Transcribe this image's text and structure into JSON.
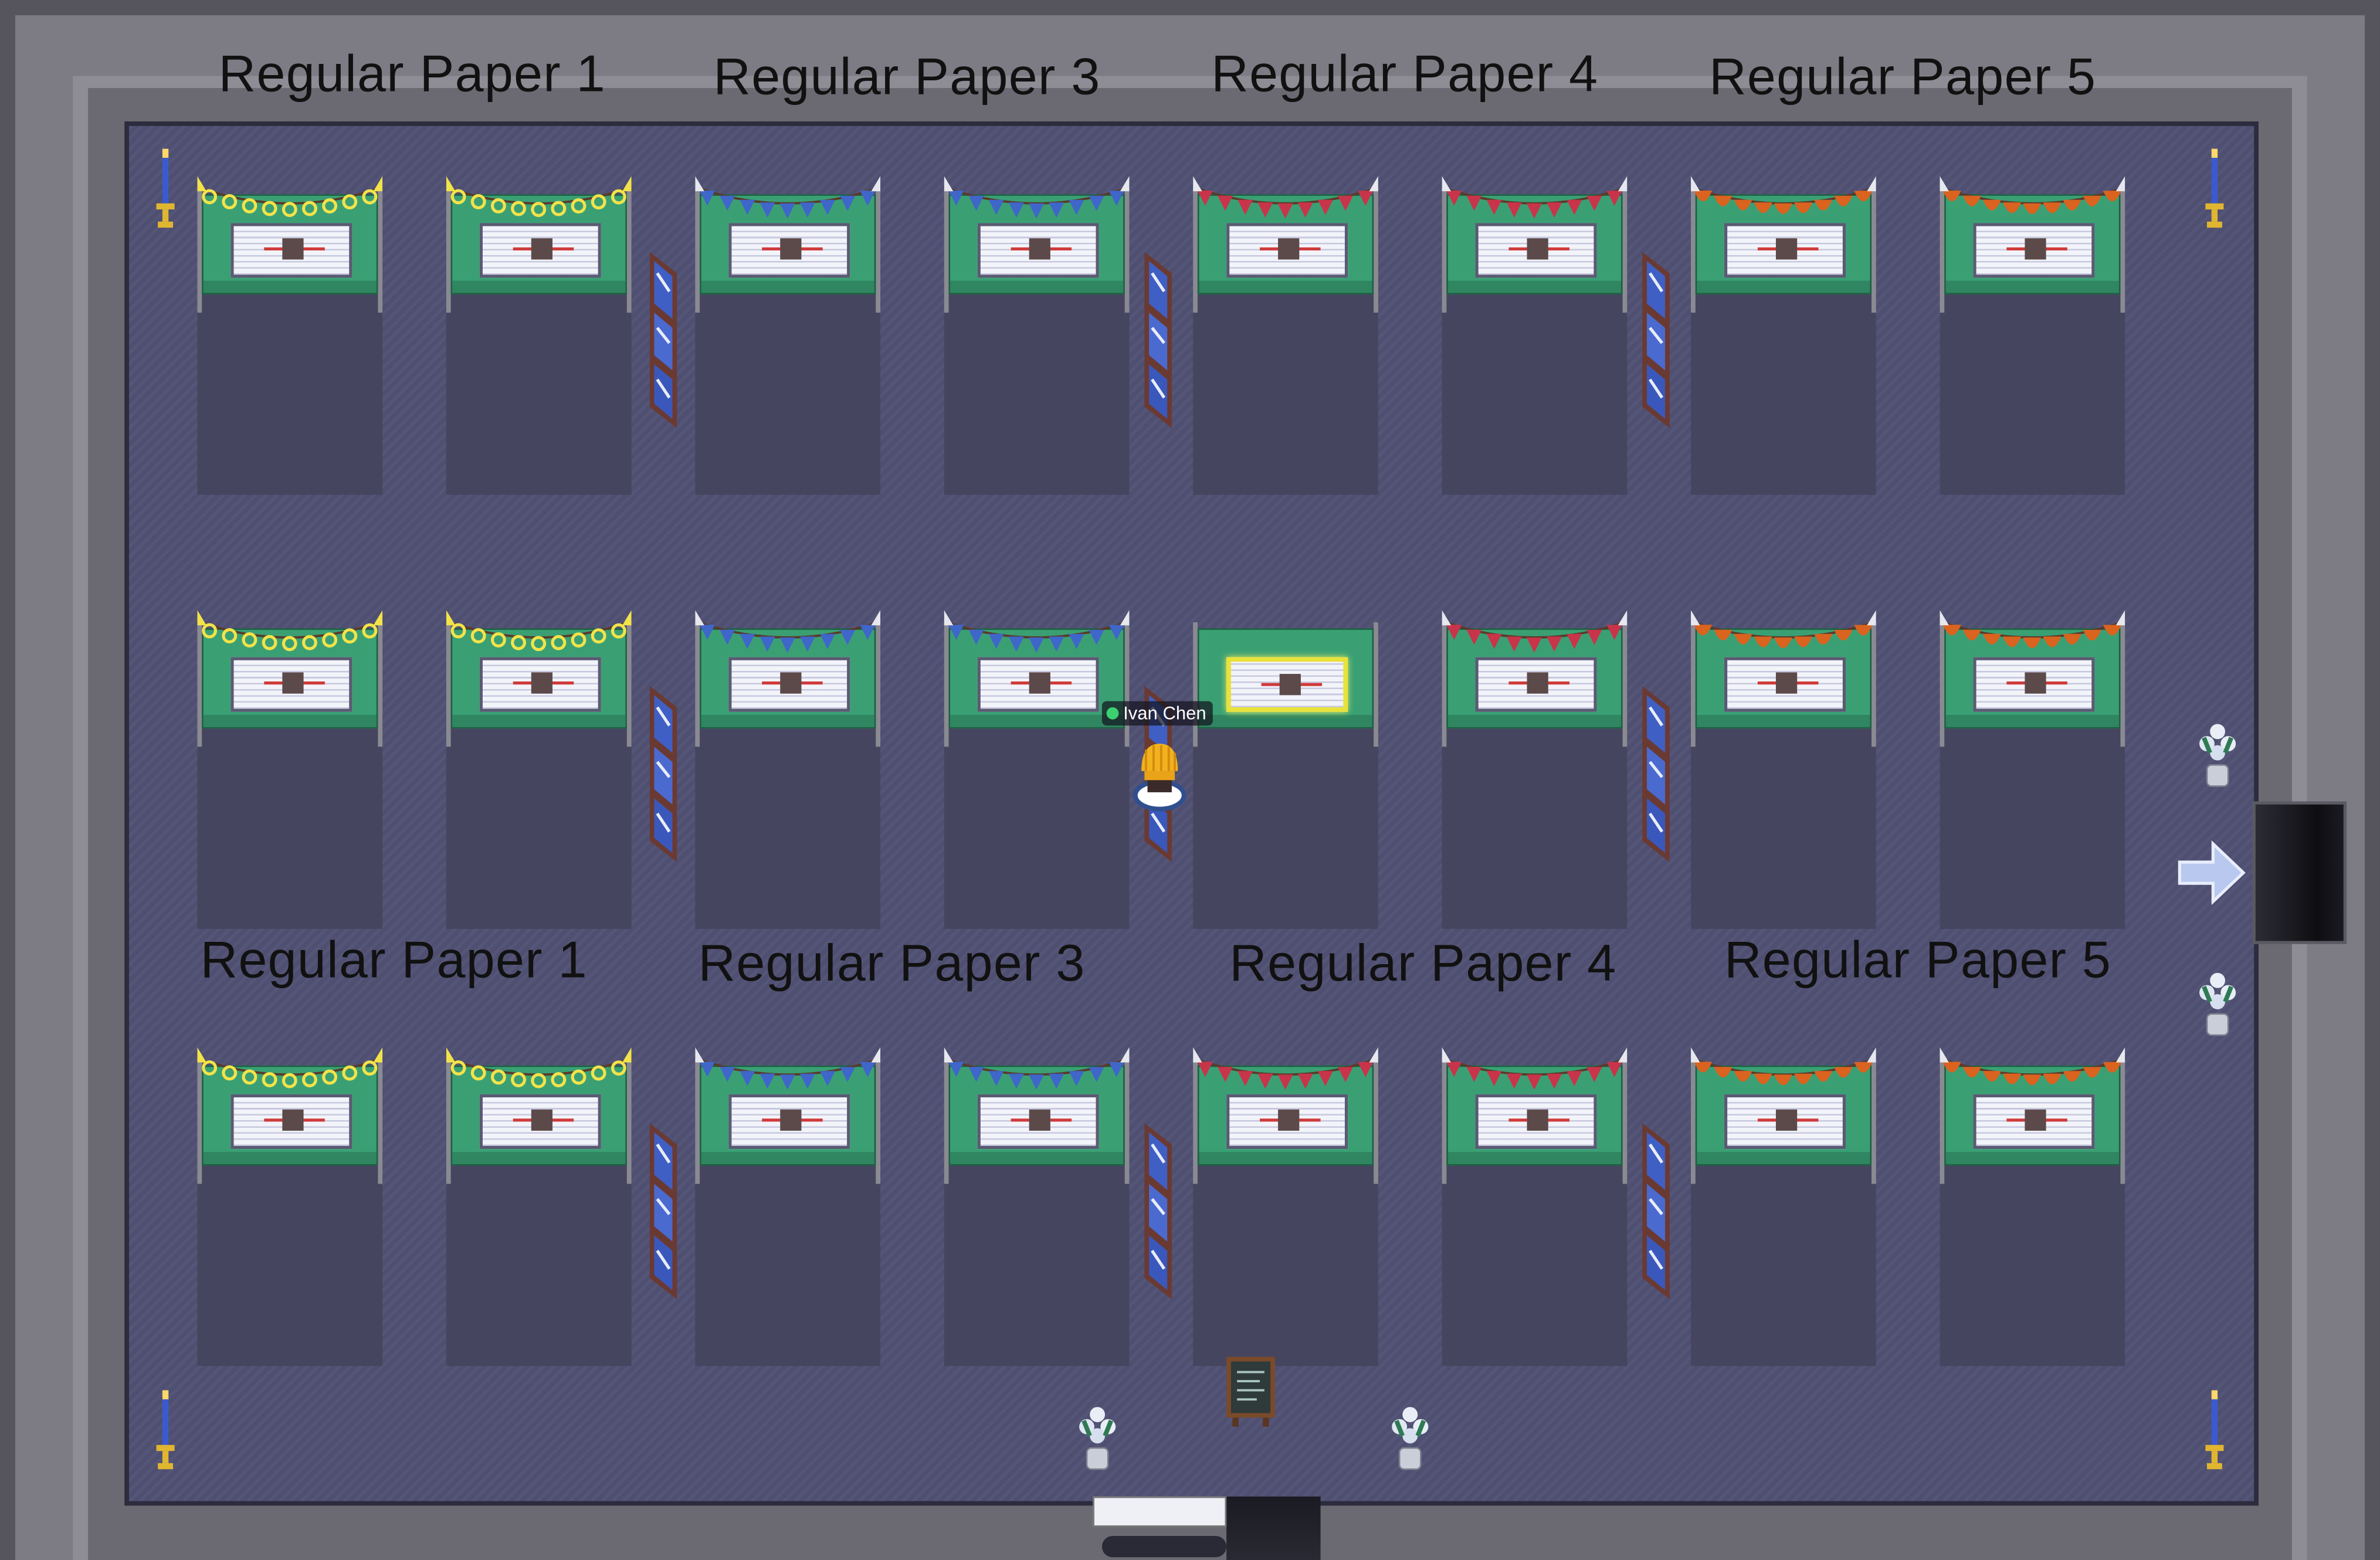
{
  "room": {
    "top_labels": [
      "Regular Paper 1",
      "Regular Paper 3",
      "Regular Paper 4",
      "Regular Paper 5"
    ],
    "middle_labels": [
      "Regular Paper 1",
      "Regular Paper 3",
      "Regular Paper 4",
      "Regular Paper 5"
    ]
  },
  "booth_rows": [
    {
      "row": 1,
      "garlands": [
        "yellow",
        "yellow",
        "blue",
        "blue",
        "red",
        "red",
        "orange",
        "orange"
      ]
    },
    {
      "row": 2,
      "garlands": [
        "yellow",
        "yellow",
        "blue",
        "blue",
        "none",
        "red",
        "orange",
        "orange"
      ]
    },
    {
      "row": 3,
      "garlands": [
        "yellow",
        "yellow",
        "blue",
        "blue",
        "red",
        "red",
        "orange",
        "orange"
      ]
    }
  ],
  "highlighted_booth": {
    "row": 2,
    "column": 5
  },
  "avatar": {
    "name": "Ivan Chen",
    "status": "online"
  },
  "colors": {
    "floor": "#4f4f72",
    "board": "#3aa074",
    "yellow": "#f2e34a",
    "blue": "#3f66c9",
    "red": "#c8344a",
    "orange": "#d9631f",
    "online": "#3bd16f"
  },
  "icons": {
    "exit": "right-arrow-icon",
    "candle": "candle-icon",
    "plant": "plant-icon",
    "partition": "stained-glass-partition",
    "chalkboard": "chalkboard-sign-icon"
  }
}
